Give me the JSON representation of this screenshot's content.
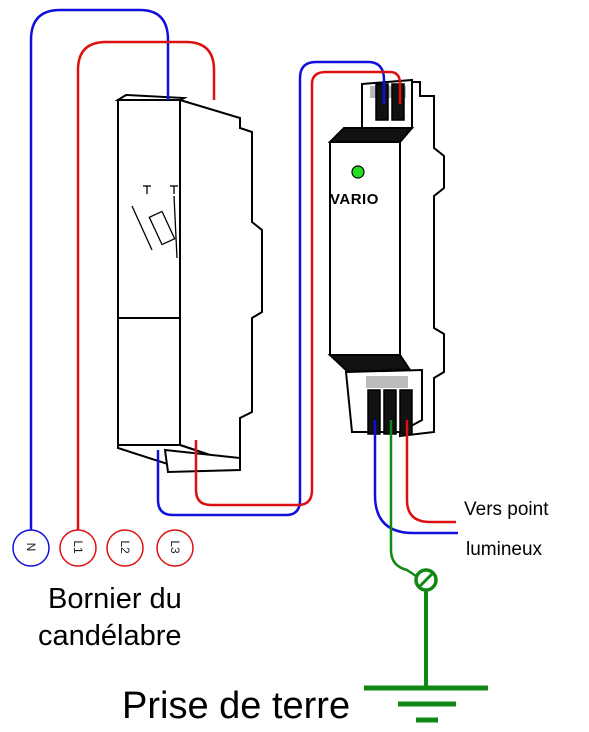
{
  "device": {
    "name": "VARIO",
    "indicator_color": "#22dd22"
  },
  "terminal_block": {
    "terminals": [
      {
        "label": "N",
        "wire_color": "#1010dd"
      },
      {
        "label": "L1",
        "wire_color": "#dd1010"
      },
      {
        "label": "L2",
        "wire_color": "#dd1010"
      },
      {
        "label": "L3",
        "wire_color": "#dd1010"
      }
    ],
    "caption_line1": "Bornier du",
    "caption_line2": "candélabre"
  },
  "output": {
    "caption_line1": "Vers point",
    "caption_line2": "lumineux"
  },
  "earth": {
    "caption": "Prise de terre",
    "color": "#118811"
  },
  "colors": {
    "neutral_wire": "#1010dd",
    "phase_wire": "#dd1010",
    "earth_wire": "#118811",
    "outline": "#000000"
  }
}
